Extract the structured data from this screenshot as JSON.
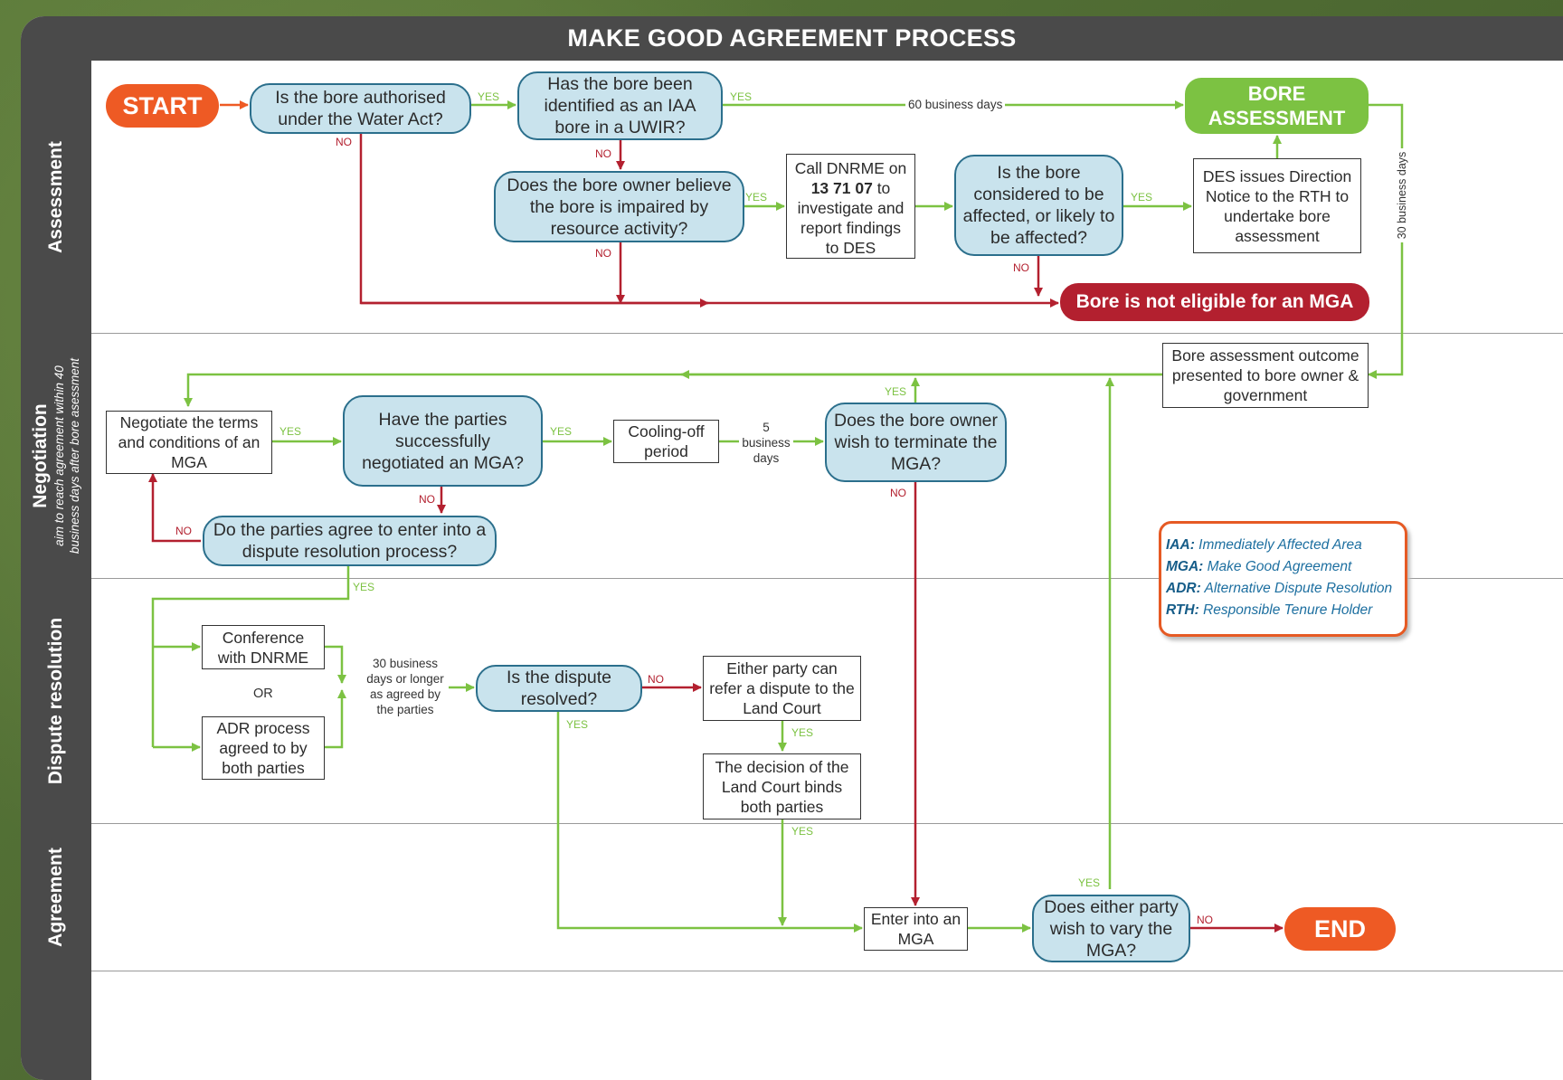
{
  "title": "MAKE GOOD AGREEMENT PROCESS",
  "lanes": {
    "assessment": "Assessment",
    "negotiation": "Negotiation",
    "negotiation_sub1": "aim to reach agreement within 40",
    "negotiation_sub2": "business days after bore asessment",
    "dispute": "Dispute resolution",
    "agreement": "Agreement"
  },
  "nodes": {
    "start": "START",
    "q_authorised": "Is the bore authorised under the Water Act?",
    "q_identified": "Has the bore been identified as an IAA bore in a UWIR?",
    "bore_assessment": "BORE ASSESSMENT",
    "q_impaired": "Does the bore owner believe the bore is impaired by resource activity?",
    "call_pre": "Call DNRME on",
    "call_number": "13 71 07",
    "call_post": "to investigate and report findings to DES",
    "q_affected": "Is the bore considered to be affected, or likely to be affected?",
    "des_notice": "DES issues Direction Notice to the RTH to undertake bore assessment",
    "not_eligible": "Bore is not eligible for an MGA",
    "outcome": "Bore assessment outcome presented to bore owner & government",
    "negotiate": "Negotiate the terms and conditions of an MGA",
    "q_negotiated": "Have the parties successfully negotiated an MGA?",
    "cooling": "Cooling-off period",
    "q_terminate": "Does the bore owner wish to terminate the MGA?",
    "q_dispute_agree": "Do the parties agree to enter into a dispute resolution process?",
    "conference": "Conference with DNRME",
    "or": "OR",
    "adr": "ADR process agreed to by both parties",
    "q_resolved": "Is the dispute resolved?",
    "land_court": "Either party can refer a dispute to the Land Court",
    "decision": "The decision of the Land Court binds both parties",
    "enter_mga": "Enter into an MGA",
    "q_vary": "Does either party wish to vary the MGA?",
    "end": "END"
  },
  "notes": {
    "days60": "60 business days",
    "days30_vertical": "30 business days",
    "days5": "5 business days",
    "days30_dispute": "30 business days or longer as agreed by the parties"
  },
  "flow_labels": {
    "yes": "YES",
    "no": "NO"
  },
  "legend": [
    {
      "abbr": "IAA:",
      "text": "Immediately Affected Area"
    },
    {
      "abbr": "MGA:",
      "text": "Make Good Agreement"
    },
    {
      "abbr": "ADR:",
      "text": "Alternative Dispute Resolution"
    },
    {
      "abbr": "RTH:",
      "text": "Responsible Tenure Holder"
    }
  ],
  "colors": {
    "header": "#4a4a4a",
    "question_fill": "#c9e3ed",
    "question_border": "#2b6f8c",
    "yes_arrow": "#7cc242",
    "no_arrow": "#b3202f",
    "start_end": "#ee5a24",
    "bore_assessment": "#7cc242",
    "not_eligible": "#b3202f"
  }
}
